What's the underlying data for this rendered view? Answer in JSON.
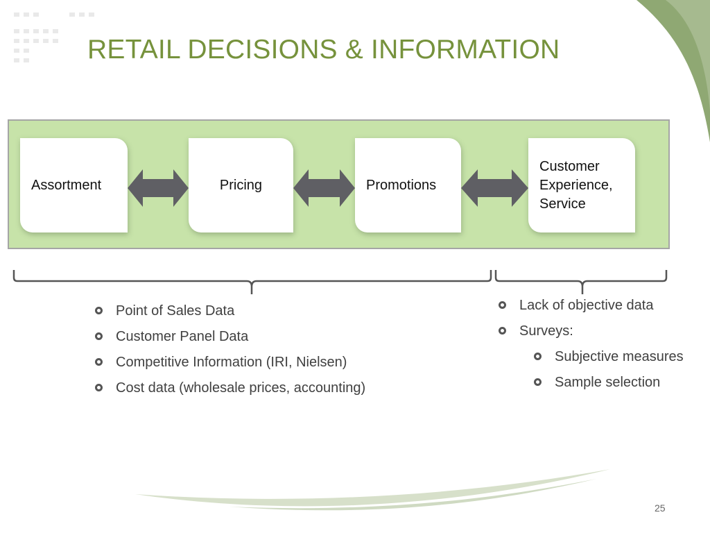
{
  "title": "RETAIL DECISIONS & INFORMATION",
  "colors": {
    "title": "#76923c",
    "accent_green": "#8fa873",
    "band_fill": "#c7e3a9",
    "band_border": "#a5a5a5",
    "arrow": "#5f5f64",
    "brace": "#555555",
    "dots": "#e9e9e9"
  },
  "diagram": {
    "steps": [
      {
        "label": "Assortment"
      },
      {
        "label": "Pricing"
      },
      {
        "label": "Promotions"
      },
      {
        "label": "Customer\nExperience,\nService"
      }
    ],
    "connector_icon": "double-headed-arrow-icon"
  },
  "left_list": {
    "items": [
      "Point of Sales Data",
      "Customer Panel Data",
      "Competitive Information (IRI, Nielsen)",
      "Cost data (wholesale prices, accounting)"
    ]
  },
  "right_list": {
    "items": [
      {
        "text": "Lack of objective data",
        "level": 1
      },
      {
        "text": "Surveys:",
        "level": 1
      },
      {
        "text": "Subjective measures",
        "level": 2
      },
      {
        "text": "Sample selection",
        "level": 2
      }
    ]
  },
  "slide_number": "25"
}
